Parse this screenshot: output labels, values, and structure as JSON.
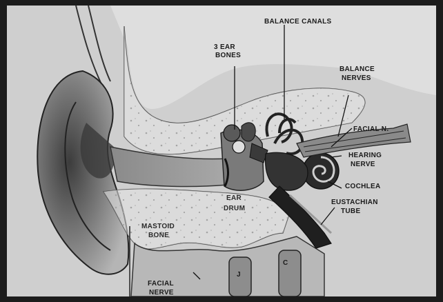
{
  "diagram": {
    "labels": {
      "balance_canals": "BALANCE CANALS",
      "ear_bones_1": "3 EAR",
      "ear_bones_2": "BONES",
      "balance_nerves_1": "BALANCE",
      "balance_nerves_2": "NERVES",
      "facial_n": "FACIAL N.",
      "hearing_nerve_1": "HEARING",
      "hearing_nerve_2": "NERVE",
      "cochlea": "COCHLEA",
      "eustachian_1": "EUSTACHIAN",
      "eustachian_2": "TUBE",
      "ear_drum_1": "EAR",
      "ear_drum_2": "DRUM",
      "mastoid_1": "MASTOID",
      "mastoid_2": "BONE",
      "facial_nerve_1": "FACIAL",
      "facial_nerve_2": "NERVE",
      "letter_j": "J",
      "letter_c": "C"
    },
    "colors": {
      "frame": "#1c1c1c",
      "background": "#d4d4d4",
      "bone": "#e6e6e6",
      "tissue": "#9a9a9a",
      "dark": "#2a2a2a"
    }
  }
}
